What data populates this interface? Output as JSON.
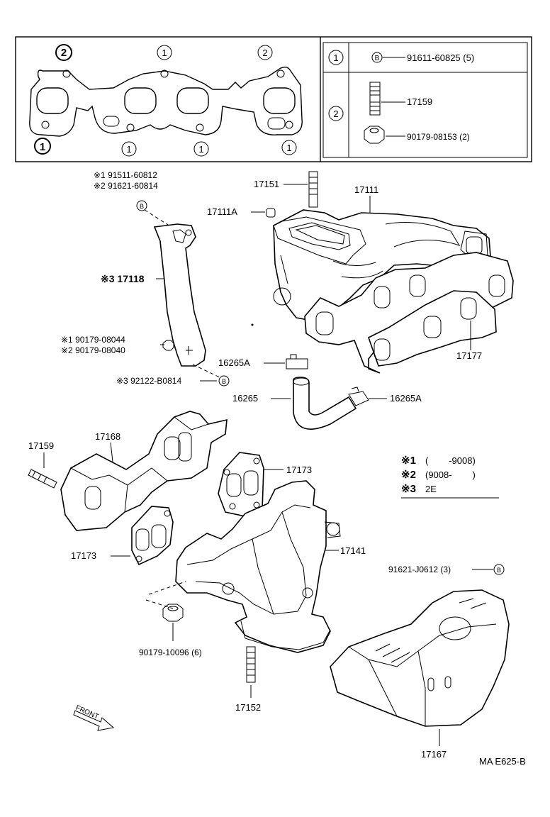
{
  "gasket_top": {
    "markers": [
      "2",
      "1",
      "2",
      "1",
      "1",
      "1",
      "1"
    ]
  },
  "legend_table": {
    "row1": {
      "key": "1",
      "symbol": "B",
      "part": "91611-60825 (5)"
    },
    "row2": {
      "key": "2",
      "stud": "17159",
      "nut": "90179-08153 (2)"
    }
  },
  "parts": {
    "p_91511": "※1 91511-60812",
    "p_91621_60814": "※2 91621-60814",
    "p_17118": "※3 17118",
    "p_90179_08044": "※1 90179-08044",
    "p_90179_08040": "※2 90179-08040",
    "p_92122": "※3 92122-B0814",
    "p_17151": "17151",
    "p_17111": "17111",
    "p_17111A": "17111A",
    "p_17177": "17177",
    "p_16265A_1": "16265A",
    "p_16265": "16265",
    "p_16265A_2": "16265A",
    "p_17159": "17159",
    "p_17168": "17168",
    "p_17173_a": "17173",
    "p_17173_b": "17173",
    "p_17141": "17141",
    "p_91621_J0612": "91621-J0612 (3)",
    "p_90179_10096": "90179-10096 (6)",
    "p_17152": "17152",
    "p_17167": "17167",
    "front": "FRONT",
    "ref_code": "MA E625-B",
    "b_symbol": "B"
  },
  "notes": {
    "n1_mark": "※1",
    "n1_text": "(        -9008)",
    "n2_mark": "※2",
    "n2_text": "(9008-        )",
    "n3_mark": "※3",
    "n3_text": "2E"
  }
}
